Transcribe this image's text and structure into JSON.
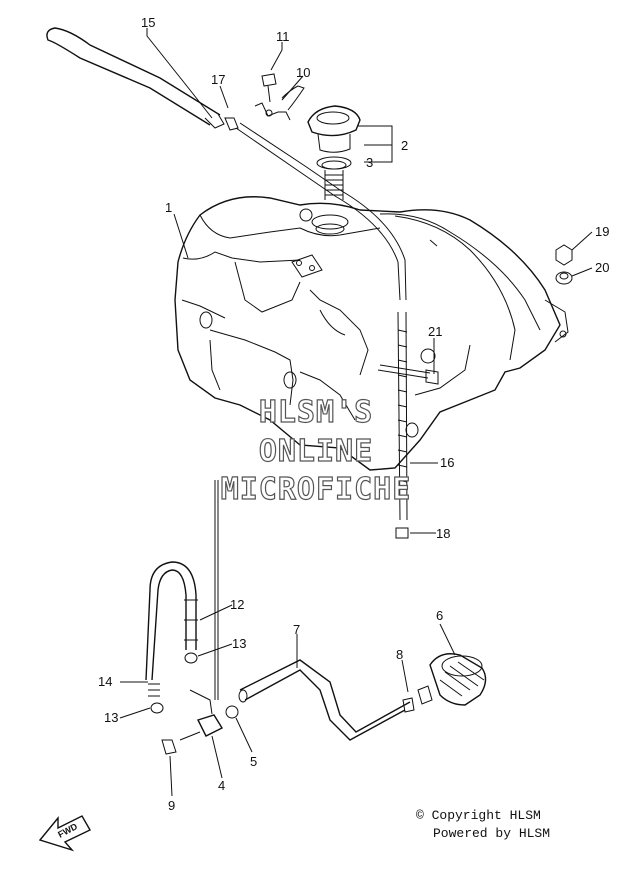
{
  "watermark": {
    "line1": "HLSM'S",
    "line2": "ONLINE",
    "line3": "MICROFICHE"
  },
  "copyright": {
    "line1": "© Copyright HLSM",
    "line2": "Powered by HLSM"
  },
  "fwd_label": "FWD",
  "callouts": {
    "c1": "1",
    "c2": "2",
    "c3": "3",
    "c4": "4",
    "c6": "6",
    "c7": "7",
    "c8": "8",
    "c9": "9",
    "c10": "10",
    "c11": "11",
    "c12": "12",
    "c13a": "13",
    "c13b": "13",
    "c14": "14",
    "c15": "15",
    "c16": "16",
    "c17": "17",
    "c18": "18",
    "c19": "19",
    "c20": "20",
    "c21": "21",
    "c5": "5"
  }
}
